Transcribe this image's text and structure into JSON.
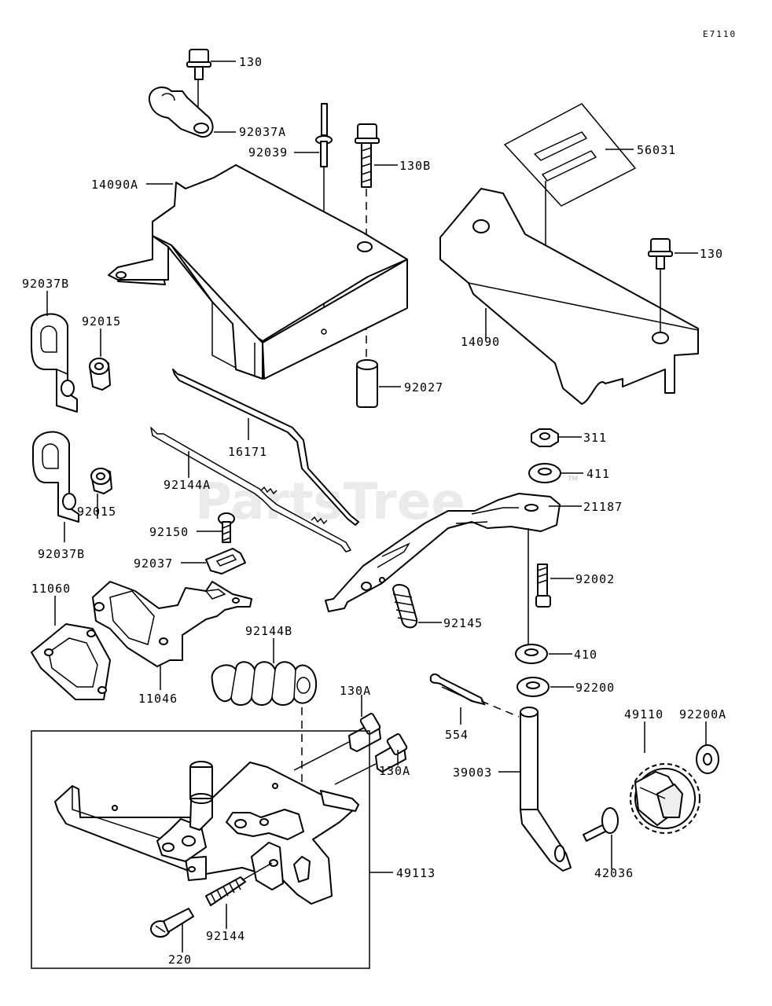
{
  "diagram_code": "E7110",
  "watermark": {
    "text": "PartsTree",
    "tm": "TM"
  },
  "labels": {
    "p130_top": "130",
    "p92037A": "92037A",
    "p92039": "92039",
    "p130B": "130B",
    "p56031": "56031",
    "p14090A": "14090A",
    "p130_right": "130",
    "p92037B_top": "92037B",
    "p92015_top": "92015",
    "p14090": "14090",
    "p92027": "92027",
    "p16171": "16171",
    "p311": "311",
    "p92144A": "92144A",
    "p411": "411",
    "p92015_bottom": "92015",
    "p21187": "21187",
    "p92150": "92150",
    "p92037B_bottom": "92037B",
    "p92037": "92037",
    "p92002": "92002",
    "p11060": "11060",
    "p92145": "92145",
    "p92144B": "92144B",
    "p410": "410",
    "p11046": "11046",
    "p92200": "92200",
    "p130A_top": "130A",
    "p49110": "49110",
    "p92200A": "92200A",
    "p554": "554",
    "p39003": "39003",
    "p130A_bottom": "130A",
    "p49113": "49113",
    "p42036": "42036",
    "p92144": "92144",
    "p220": "220"
  }
}
